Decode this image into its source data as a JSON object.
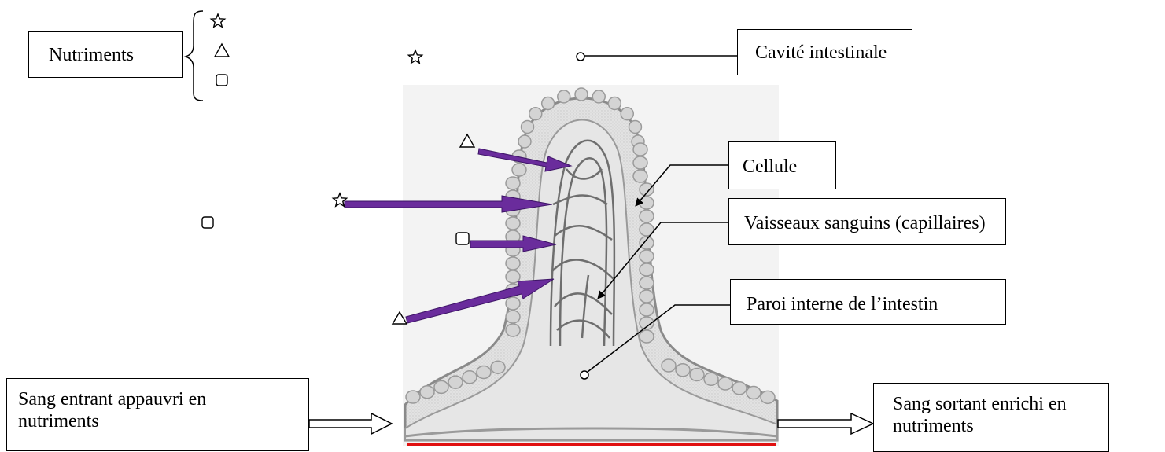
{
  "legend": {
    "label": "Nutriments",
    "symbols": [
      {
        "name": "star",
        "glyph": "☆"
      },
      {
        "name": "triangle",
        "glyph": "△"
      },
      {
        "name": "square",
        "glyph": "▢"
      }
    ]
  },
  "labels": {
    "cavite": "Cavité intestinale",
    "cellule": "Cellule",
    "vaisseaux": "Vaisseaux sanguins (capillaires)",
    "paroi": "Paroi interne de l’intestin",
    "sang_entrant_line1": "Sang entrant  appauvri en",
    "sang_entrant_line2": "nutriments",
    "sang_sortant_line1": "Sang sortant enrichi en",
    "sang_sortant_line2": "nutriments"
  },
  "colors": {
    "nutrient_arrow": "#6a2c9c",
    "nutrient_arrow_edge": "#3d1466",
    "villus_fill": "#dcdcdc",
    "villus_edge": "#8a8a8a",
    "base_line": "#e01010"
  }
}
